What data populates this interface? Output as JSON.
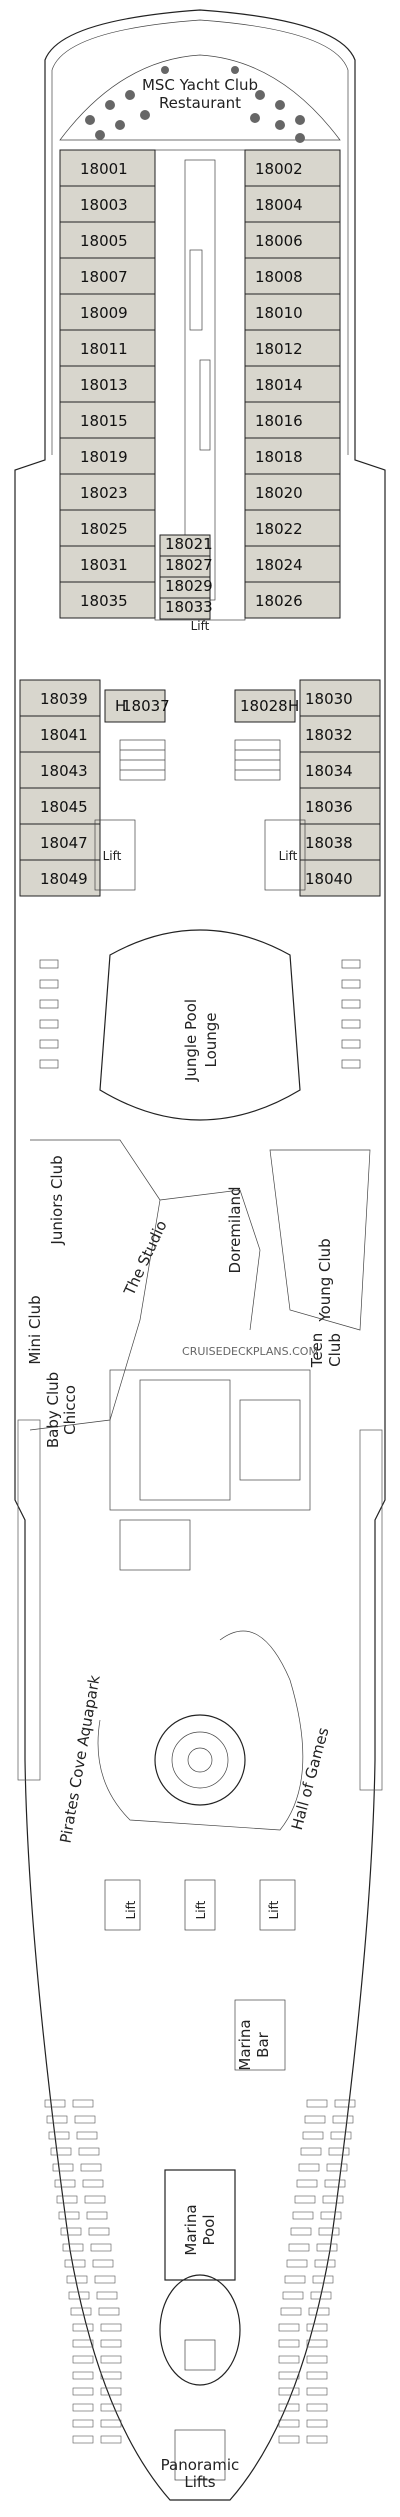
{
  "deck": {
    "cabins_left": [
      "18001",
      "18003",
      "18005",
      "18007",
      "18009",
      "18011",
      "18013",
      "18015",
      "18019",
      "18023",
      "18025",
      "18031",
      "18035"
    ],
    "cabins_right": [
      "18002",
      "18004",
      "18006",
      "18008",
      "18010",
      "18012",
      "18014",
      "18016",
      "18018",
      "18020",
      "18022",
      "18024",
      "18026"
    ],
    "cabins_center": [
      "18021",
      "18027",
      "18029",
      "18033"
    ],
    "cabins_mid_left": [
      "18039",
      "18041",
      "18043",
      "18045",
      "18047",
      "18049"
    ],
    "cabins_mid_right": [
      "18030",
      "18032",
      "18034",
      "18036",
      "18038",
      "18040"
    ],
    "cabins_mid_inner_left": "18037",
    "cabins_mid_inner_right": "18028",
    "h_mark": "H",
    "labels": {
      "yacht_club": "MSC Yacht Club",
      "restaurant": "Restaurant",
      "lift_center": "Lift",
      "lift_left": "Lift",
      "lift_right": "Lift",
      "jungle_pool": "Jungle Pool",
      "lounge": "Lounge",
      "juniors_club": "Juniors Club",
      "the_studio": "The Studio",
      "doremiland": "Doremiland",
      "young_club": "Young Club",
      "teen_club": "Teen",
      "teen_club2": "Club",
      "mini_club": "Mini Club",
      "baby_club": "Baby Club",
      "chicco": "Chicco",
      "watermark": "CRUISEDECKPLANS.COM",
      "pirates": "Pirates Cove Aquapark",
      "hall_of_games": "Hall of Games",
      "lift2_left": "Lift",
      "lift2_center": "Lift",
      "lift2_right": "Lift",
      "marina": "Marina",
      "bar": "Bar",
      "marina_pool1": "Marina",
      "marina_pool2": "Pool",
      "panoramic": "Panoramic",
      "lifts": "Lifts"
    }
  }
}
